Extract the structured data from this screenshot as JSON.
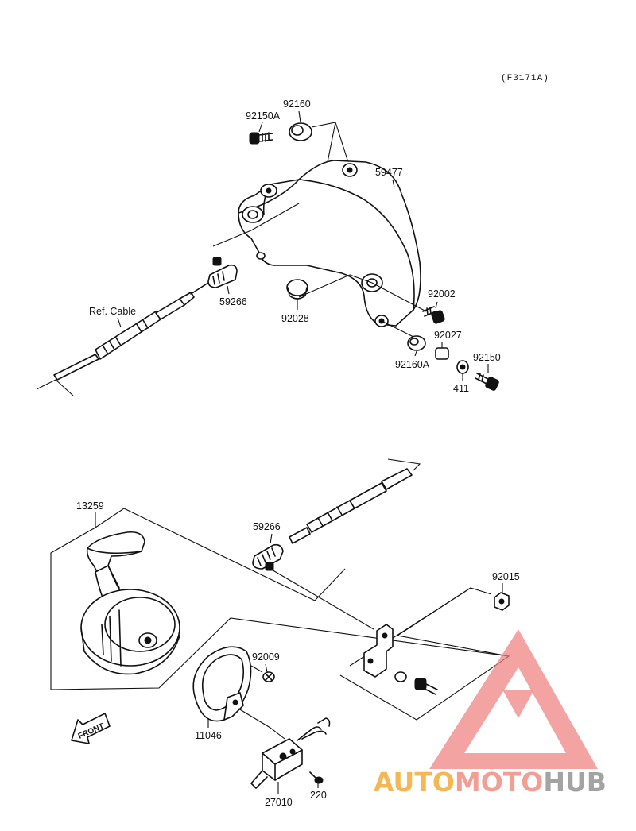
{
  "diagram": {
    "figure_code": "(F3171A)",
    "parts": [
      {
        "id": "p-92150A",
        "number": "92150A"
      },
      {
        "id": "p-92160-top",
        "number": "92160"
      },
      {
        "id": "p-59477",
        "number": "59477"
      },
      {
        "id": "p-59266-top",
        "number": "59266"
      },
      {
        "id": "p-92028",
        "number": "92028"
      },
      {
        "id": "p-92002",
        "number": "92002"
      },
      {
        "id": "p-92027",
        "number": "92027"
      },
      {
        "id": "p-92160A",
        "number": "92160A"
      },
      {
        "id": "p-92150",
        "number": "92150"
      },
      {
        "id": "p-411",
        "number": "411"
      },
      {
        "id": "p-13259",
        "number": "13259"
      },
      {
        "id": "p-59266-bottom",
        "number": "59266"
      },
      {
        "id": "p-92015",
        "number": "92015"
      },
      {
        "id": "p-92009",
        "number": "92009"
      },
      {
        "id": "p-11046",
        "number": "11046"
      },
      {
        "id": "p-27010",
        "number": "27010"
      },
      {
        "id": "p-220",
        "number": "220"
      }
    ],
    "ref_cable_label": "Ref. Cable",
    "front_arrow_label": "FRONT"
  },
  "watermark": {
    "segments": [
      {
        "text": "AUTO",
        "color": "#f5b041"
      },
      {
        "text": "MOTO",
        "color": "#f1948a"
      },
      {
        "text": "HUB",
        "color": "#9a9a9a"
      }
    ],
    "triangle_color": "#ee3b3b"
  }
}
